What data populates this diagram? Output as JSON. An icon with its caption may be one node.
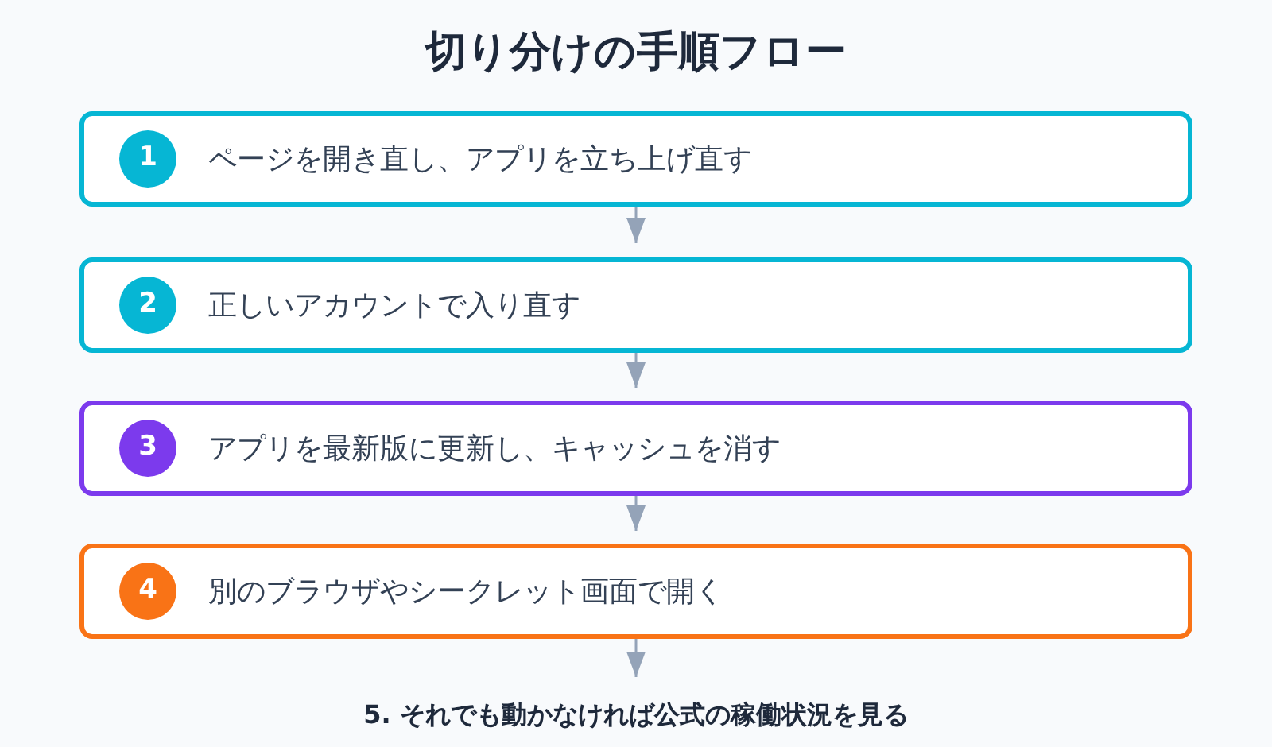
{
  "diagram": {
    "title": "切り分けの手順フロー",
    "nodes": [
      {
        "text": [
          "1",
          "ページを開き直し、アプリを立ち上げ直す"
        ]
      },
      {
        "text": [
          "2",
          "正しいアカウントで入り直す"
        ]
      },
      {
        "text": [
          "3",
          "アプリを最新版に更新し、キャッシュを消す"
        ]
      },
      {
        "text": [
          "4",
          "別のブラウザやシークレット画面で開く"
        ]
      },
      {
        "text": [
          "5. それでも動かなければ公式の稼働状況を見る"
        ]
      }
    ],
    "edges": [
      {
        "from": 0,
        "to": 1,
        "arrow": "to"
      },
      {
        "from": 1,
        "to": 2,
        "arrow": "to"
      },
      {
        "from": 2,
        "to": 3,
        "arrow": "to"
      },
      {
        "from": 3,
        "to": 4,
        "arrow": "to"
      }
    ]
  }
}
